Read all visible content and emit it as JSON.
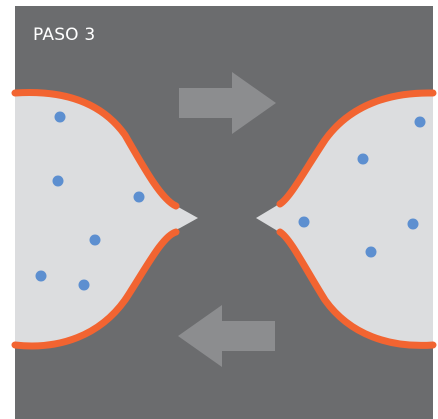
{
  "panel": {
    "step_label": "PASO 3"
  },
  "colors": {
    "background": "#6b6c6e",
    "membrane": "#f26431",
    "cell_fill": "#dcdddf",
    "particle": "#5d8fd0",
    "arrow": "#8c8d8f"
  },
  "arrows": {
    "upper": "right-arrow",
    "lower": "left-arrow"
  }
}
